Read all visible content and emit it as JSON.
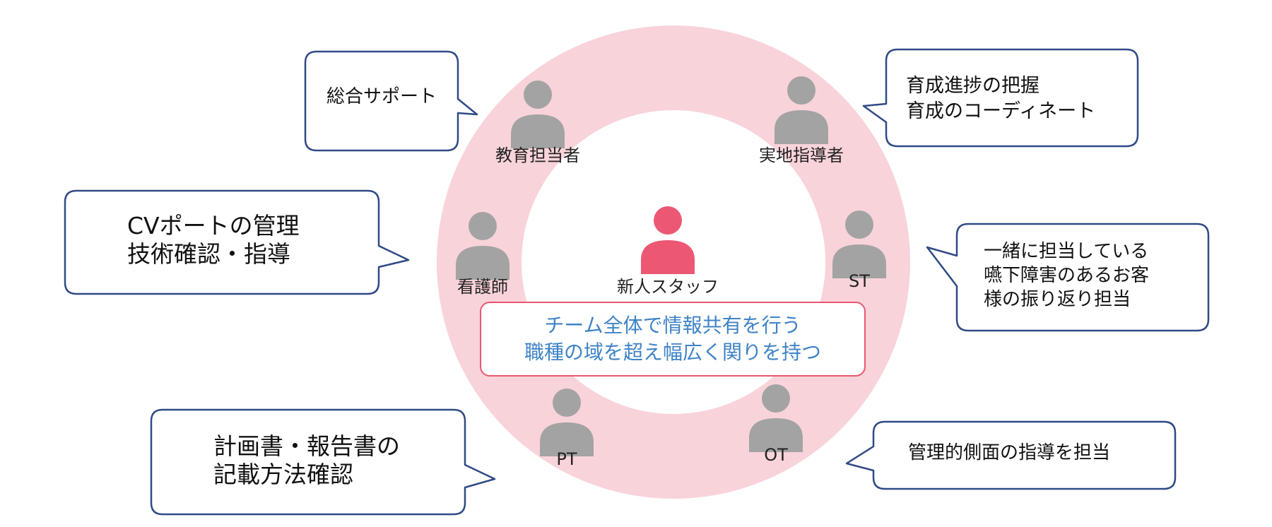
{
  "colors": {
    "ring": "#f9d3da",
    "person_gray": "#a3a3a3",
    "person_highlight": "#ec5873",
    "bubble_border": "#2f4a86",
    "team_box_border": "#e8566f",
    "team_box_text": "#3f83c6"
  },
  "center": {
    "person": "新人スタッフ"
  },
  "team_message": {
    "line1": "チーム全体で情報共有を行う",
    "line2": "職種の域を超え幅広く関りを持つ"
  },
  "roles": {
    "education": "教育担当者",
    "preceptor": "実地指導者",
    "nurse": "看護師",
    "st": "ST",
    "pt": "PT",
    "ot": "OT"
  },
  "bubbles": {
    "education": {
      "lines": [
        "総合サポート"
      ]
    },
    "preceptor": {
      "lines": [
        "育成進捗の把握",
        "育成のコーディネート"
      ]
    },
    "nurse": {
      "lines": [
        "CVポートの管理",
        "技術確認・指導"
      ]
    },
    "st": {
      "lines": [
        "一緒に担当している",
        "嚥下障害のあるお客",
        "様の振り返り担当"
      ]
    },
    "pt": {
      "lines": [
        "計画書・報告書の",
        "記載方法確認"
      ]
    },
    "ot": {
      "lines": [
        "管理的側面の指導を担当"
      ]
    }
  }
}
